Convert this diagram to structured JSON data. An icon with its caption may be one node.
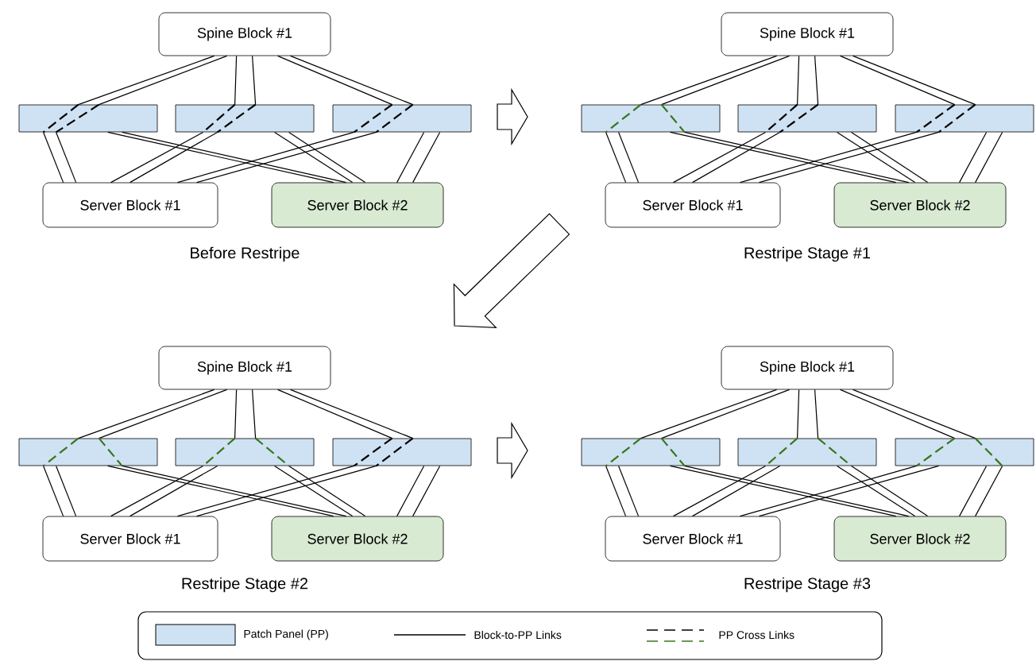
{
  "diagram": {
    "nodes": [
      {
        "text": [
          "Spine Block #1"
        ]
      },
      {
        "text": [],
        "shape": "box"
      },
      {
        "text": [],
        "shape": "box"
      },
      {
        "text": [],
        "shape": "box"
      },
      {
        "text": [
          "Server Block #1"
        ]
      },
      {
        "text": [
          "Server Block #2"
        ]
      },
      {
        "text": [
          "Spine Block #1"
        ]
      },
      {
        "text": [],
        "shape": "box"
      },
      {
        "text": [],
        "shape": "box"
      },
      {
        "text": [],
        "shape": "box"
      },
      {
        "text": [
          "Server Block #1"
        ]
      },
      {
        "text": [
          "Server Block #2"
        ]
      },
      {
        "text": [
          "Spine Block #1"
        ]
      },
      {
        "text": [],
        "shape": "box"
      },
      {
        "text": [],
        "shape": "box"
      },
      {
        "text": [],
        "shape": "box"
      },
      {
        "text": [
          "Server Block #1"
        ]
      },
      {
        "text": [
          "Server Block #2"
        ]
      },
      {
        "text": [
          "Spine Block #1"
        ]
      },
      {
        "text": [],
        "shape": "box"
      },
      {
        "text": [],
        "shape": "box"
      },
      {
        "text": [],
        "shape": "box"
      },
      {
        "text": [
          "Server Block #1"
        ]
      },
      {
        "text": [
          "Server Block #2"
        ]
      }
    ],
    "edges": [
      {
        "from": 0,
        "to": 1,
        "arrow": "none"
      },
      {
        "from": 0,
        "to": 1,
        "arrow": "none"
      },
      {
        "from": 0,
        "to": 2,
        "arrow": "none"
      },
      {
        "from": 0,
        "to": 2,
        "arrow": "none"
      },
      {
        "from": 0,
        "to": 3,
        "arrow": "none"
      },
      {
        "from": 0,
        "to": 3,
        "arrow": "none"
      },
      {
        "from": 1,
        "to": 4,
        "arrow": "none"
      },
      {
        "from": 1,
        "to": 4,
        "arrow": "none"
      },
      {
        "from": 1,
        "to": 5,
        "arrow": "none"
      },
      {
        "from": 1,
        "to": 5,
        "arrow": "none"
      },
      {
        "from": 2,
        "to": 4,
        "arrow": "none"
      },
      {
        "from": 2,
        "to": 4,
        "arrow": "none"
      },
      {
        "from": 2,
        "to": 5,
        "arrow": "none"
      },
      {
        "from": 2,
        "to": 5,
        "arrow": "none"
      },
      {
        "from": 3,
        "to": 4,
        "arrow": "none"
      },
      {
        "from": 3,
        "to": 4,
        "arrow": "none"
      },
      {
        "from": 3,
        "to": 5,
        "arrow": "none"
      },
      {
        "from": 3,
        "to": 5,
        "arrow": "none"
      },
      {
        "from": 6,
        "to": 7,
        "arrow": "none"
      },
      {
        "from": 6,
        "to": 7,
        "arrow": "none"
      },
      {
        "from": 6,
        "to": 8,
        "arrow": "none"
      },
      {
        "from": 6,
        "to": 8,
        "arrow": "none"
      },
      {
        "from": 6,
        "to": 9,
        "arrow": "none"
      },
      {
        "from": 6,
        "to": 9,
        "arrow": "none"
      },
      {
        "from": 7,
        "to": 10,
        "arrow": "none"
      },
      {
        "from": 7,
        "to": 10,
        "arrow": "none"
      },
      {
        "from": 7,
        "to": 11,
        "arrow": "none"
      },
      {
        "from": 7,
        "to": 11,
        "arrow": "none"
      },
      {
        "from": 8,
        "to": 10,
        "arrow": "none"
      },
      {
        "from": 8,
        "to": 10,
        "arrow": "none"
      },
      {
        "from": 8,
        "to": 11,
        "arrow": "none"
      },
      {
        "from": 8,
        "to": 11,
        "arrow": "none"
      },
      {
        "from": 9,
        "to": 10,
        "arrow": "none"
      },
      {
        "from": 9,
        "to": 10,
        "arrow": "none"
      },
      {
        "from": 9,
        "to": 11,
        "arrow": "none"
      },
      {
        "from": 9,
        "to": 11,
        "arrow": "none"
      },
      {
        "from": 12,
        "to": 13,
        "arrow": "none"
      },
      {
        "from": 12,
        "to": 13,
        "arrow": "none"
      },
      {
        "from": 12,
        "to": 14,
        "arrow": "none"
      },
      {
        "from": 12,
        "to": 14,
        "arrow": "none"
      },
      {
        "from": 12,
        "to": 15,
        "arrow": "none"
      },
      {
        "from": 12,
        "to": 15,
        "arrow": "none"
      },
      {
        "from": 13,
        "to": 16,
        "arrow": "none"
      },
      {
        "from": 13,
        "to": 16,
        "arrow": "none"
      },
      {
        "from": 13,
        "to": 17,
        "arrow": "none"
      },
      {
        "from": 13,
        "to": 17,
        "arrow": "none"
      },
      {
        "from": 14,
        "to": 16,
        "arrow": "none"
      },
      {
        "from": 14,
        "to": 16,
        "arrow": "none"
      },
      {
        "from": 14,
        "to": 17,
        "arrow": "none"
      },
      {
        "from": 14,
        "to": 17,
        "arrow": "none"
      },
      {
        "from": 15,
        "to": 16,
        "arrow": "none"
      },
      {
        "from": 15,
        "to": 16,
        "arrow": "none"
      },
      {
        "from": 15,
        "to": 17,
        "arrow": "none"
      },
      {
        "from": 15,
        "to": 17,
        "arrow": "none"
      },
      {
        "from": 18,
        "to": 19,
        "arrow": "none"
      },
      {
        "from": 18,
        "to": 19,
        "arrow": "none"
      },
      {
        "from": 18,
        "to": 20,
        "arrow": "none"
      },
      {
        "from": 18,
        "to": 20,
        "arrow": "none"
      },
      {
        "from": 18,
        "to": 21,
        "arrow": "none"
      },
      {
        "from": 18,
        "to": 21,
        "arrow": "none"
      },
      {
        "from": 19,
        "to": 22,
        "arrow": "none"
      },
      {
        "from": 19,
        "to": 22,
        "arrow": "none"
      },
      {
        "from": 19,
        "to": 23,
        "arrow": "none"
      },
      {
        "from": 19,
        "to": 23,
        "arrow": "none"
      },
      {
        "from": 20,
        "to": 22,
        "arrow": "none"
      },
      {
        "from": 20,
        "to": 22,
        "arrow": "none"
      },
      {
        "from": 20,
        "to": 23,
        "arrow": "none"
      },
      {
        "from": 20,
        "to": 23,
        "arrow": "none"
      },
      {
        "from": 21,
        "to": 22,
        "arrow": "none"
      },
      {
        "from": 21,
        "to": 22,
        "arrow": "none"
      },
      {
        "from": 21,
        "to": 23,
        "arrow": "none"
      },
      {
        "from": 21,
        "to": 23,
        "arrow": "none"
      }
    ],
    "labels": [
      "Before Restripe",
      "Restripe Stage #1",
      "Restripe Stage #2",
      "Restripe Stage #3"
    ],
    "legend": [
      {
        "text": "Patch Panel (PP)",
        "color": "#cfe2f3"
      },
      {
        "text": "Block-to-PP Links"
      },
      {
        "text": "PP Cross Links"
      }
    ]
  }
}
